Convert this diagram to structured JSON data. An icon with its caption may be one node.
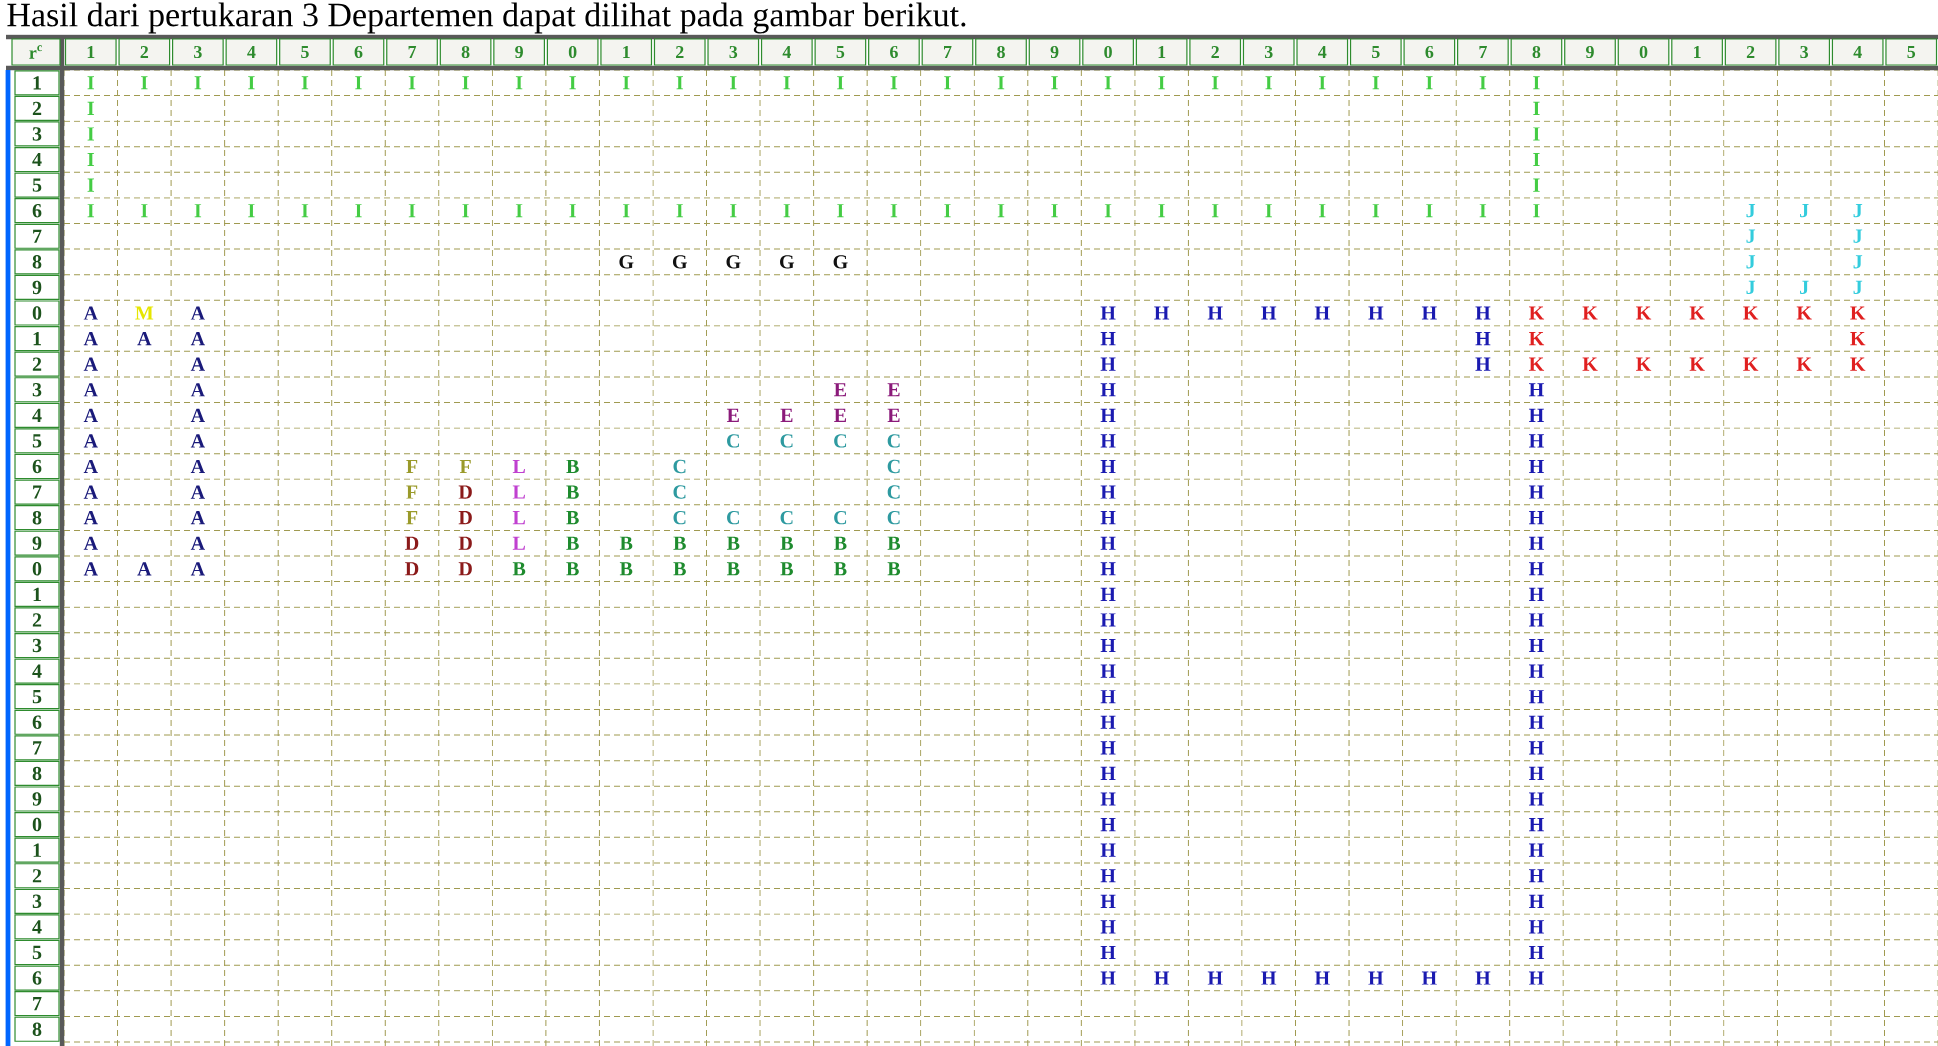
{
  "diagram": {
    "title": "Hasil dari pertukaran 3 Departemen dapat dilihat pada gambar berikut.",
    "labels": [
      "r$^{c}$",
      "1",
      "2",
      "3",
      "4",
      "5",
      "6",
      "7",
      "8",
      "9",
      "0",
      "1",
      "2",
      "3",
      "4",
      "5",
      "6",
      "7",
      "8",
      "9",
      "0",
      "1",
      "2",
      "3",
      "4",
      "5",
      "6",
      "7",
      "8",
      "9",
      "0",
      "1",
      "2",
      "3",
      "4",
      "5",
      "1",
      "2",
      "3",
      "4",
      "5",
      "6",
      "7",
      "8",
      "9",
      "0",
      "1",
      "2",
      "3",
      "4",
      "5",
      "6",
      "7",
      "8",
      "9",
      "0",
      "1",
      "2",
      "3",
      "4",
      "5",
      "6",
      "7",
      "8",
      "9",
      "0",
      "1",
      "2",
      "3",
      "4",
      "5",
      "6",
      "7",
      "8",
      "I",
      "I",
      "I",
      "I",
      "I",
      "I",
      "I",
      "I",
      "I",
      "I",
      "I",
      "I",
      "I",
      "I",
      "I",
      "I",
      "I",
      "I",
      "I",
      "I",
      "I",
      "I",
      "I",
      "I",
      "I",
      "I",
      "I",
      "I",
      "I",
      "I",
      "I",
      "I",
      "I",
      "I",
      "I",
      "I",
      "I",
      "I",
      "I",
      "I",
      "I",
      "I",
      "I",
      "I",
      "I",
      "I",
      "I",
      "I",
      "I",
      "I",
      "I",
      "I",
      "I",
      "I",
      "I",
      "I",
      "I",
      "I",
      "I",
      "I",
      "I",
      "I",
      "I",
      "I",
      "J",
      "J",
      "J",
      "J",
      "J",
      "G",
      "G",
      "G",
      "G",
      "G",
      "J",
      "J",
      "J",
      "J",
      "J",
      "A",
      "M",
      "A",
      "H",
      "H",
      "H",
      "H",
      "H",
      "H",
      "H",
      "H",
      "K",
      "K",
      "K",
      "K",
      "K",
      "K",
      "K",
      "A",
      "A",
      "A",
      "H",
      "H",
      "K",
      "K",
      "A",
      "A",
      "H",
      "H",
      "K",
      "K",
      "K",
      "K",
      "K",
      "K",
      "K",
      "A",
      "A",
      "E",
      "E",
      "H",
      "H",
      "A",
      "A",
      "E",
      "E",
      "E",
      "E",
      "H",
      "H",
      "A",
      "A",
      "C",
      "C",
      "C",
      "C",
      "H",
      "H",
      "A",
      "A",
      "F",
      "F",
      "L",
      "B",
      "C",
      "C",
      "H",
      "H",
      "A",
      "A",
      "F",
      "D",
      "L",
      "B",
      "C",
      "C",
      "H",
      "H",
      "A",
      "A",
      "F",
      "D",
      "L",
      "B",
      "C",
      "C",
      "C",
      "C",
      "C",
      "H",
      "H",
      "A",
      "A",
      "D",
      "D",
      "L",
      "B",
      "B",
      "B",
      "B",
      "B",
      "B",
      "B",
      "H",
      "H",
      "A",
      "A",
      "A",
      "D",
      "D",
      "B",
      "B",
      "B",
      "B",
      "B",
      "B",
      "B",
      "B",
      "H",
      "H",
      "H",
      "H",
      "H",
      "H",
      "H",
      "H",
      "H",
      "H",
      "H",
      "H",
      "H",
      "H",
      "H",
      "H",
      "H",
      "H",
      "H",
      "H",
      "H",
      "H",
      "H",
      "H",
      "H",
      "H",
      "H",
      "H",
      "H",
      "H",
      "H",
      "H",
      "H",
      "H",
      "H",
      "H",
      "H",
      "H",
      "H",
      "H",
      "H"
    ]
  }
}
